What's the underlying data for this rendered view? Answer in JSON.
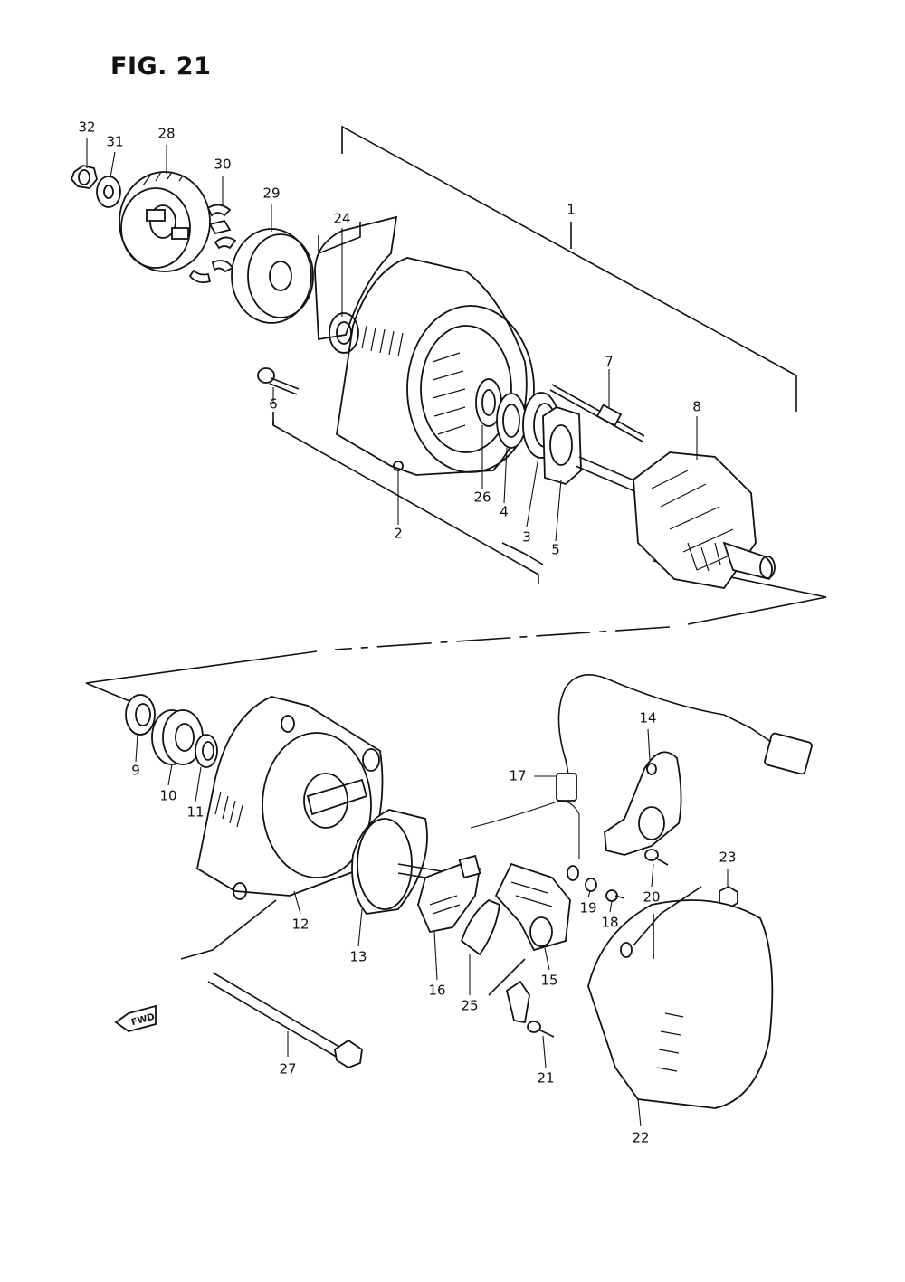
{
  "figure": {
    "title": "FIG. 21"
  },
  "fwd_label": "FWD",
  "callouts": [
    {
      "id": "c1",
      "text": "1"
    },
    {
      "id": "c2",
      "text": "2"
    },
    {
      "id": "c3",
      "text": "3"
    },
    {
      "id": "c4",
      "text": "4"
    },
    {
      "id": "c5",
      "text": "5"
    },
    {
      "id": "c6",
      "text": "6"
    },
    {
      "id": "c7",
      "text": "7"
    },
    {
      "id": "c8",
      "text": "8"
    },
    {
      "id": "c9",
      "text": "9"
    },
    {
      "id": "c10",
      "text": "10"
    },
    {
      "id": "c11",
      "text": "11"
    },
    {
      "id": "c12",
      "text": "12"
    },
    {
      "id": "c13",
      "text": "13"
    },
    {
      "id": "c14",
      "text": "14"
    },
    {
      "id": "c15",
      "text": "15"
    },
    {
      "id": "c16",
      "text": "16"
    },
    {
      "id": "c17",
      "text": "17"
    },
    {
      "id": "c18",
      "text": "18"
    },
    {
      "id": "c19",
      "text": "19"
    },
    {
      "id": "c20",
      "text": "20"
    },
    {
      "id": "c21",
      "text": "21"
    },
    {
      "id": "c22",
      "text": "22"
    },
    {
      "id": "c23",
      "text": "23"
    },
    {
      "id": "c24",
      "text": "24"
    },
    {
      "id": "c25",
      "text": "25"
    },
    {
      "id": "c26",
      "text": "26"
    },
    {
      "id": "c27",
      "text": "27"
    },
    {
      "id": "c28",
      "text": "28"
    },
    {
      "id": "c29",
      "text": "29"
    },
    {
      "id": "c30",
      "text": "30"
    },
    {
      "id": "c31",
      "text": "31"
    },
    {
      "id": "c32",
      "text": "32"
    }
  ]
}
